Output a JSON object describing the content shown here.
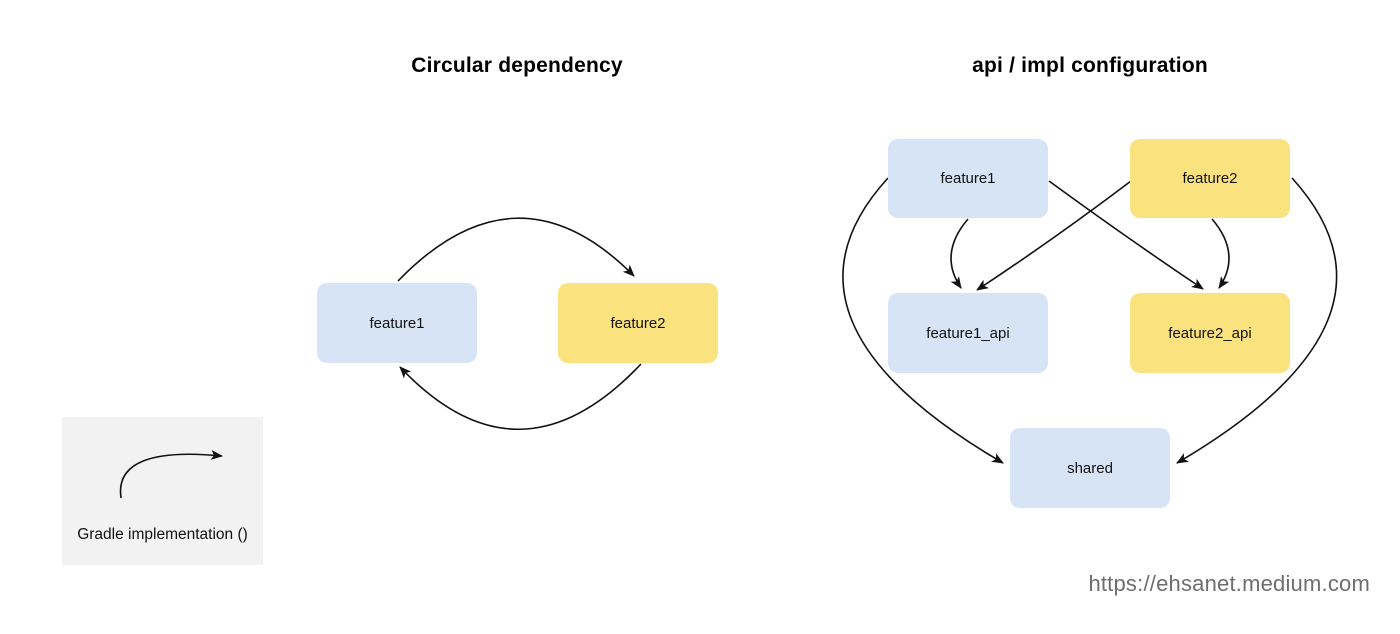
{
  "left_diagram": {
    "title": "Circular dependency",
    "nodes": {
      "feature1": {
        "label": "feature1"
      },
      "feature2": {
        "label": "feature2"
      }
    },
    "edges": [
      {
        "from": "feature1",
        "to": "feature2",
        "type": "implementation"
      },
      {
        "from": "feature2",
        "to": "feature1",
        "type": "implementation"
      }
    ]
  },
  "right_diagram": {
    "title": "api / impl configuration",
    "nodes": {
      "feature1": {
        "label": "feature1"
      },
      "feature2": {
        "label": "feature2"
      },
      "feature1_api": {
        "label": "feature1_api"
      },
      "feature2_api": {
        "label": "feature2_api"
      },
      "shared": {
        "label": "shared"
      }
    },
    "edges": [
      {
        "from": "feature1",
        "to": "feature1_api",
        "type": "implementation"
      },
      {
        "from": "feature1",
        "to": "feature2_api",
        "type": "implementation"
      },
      {
        "from": "feature2",
        "to": "feature2_api",
        "type": "implementation"
      },
      {
        "from": "feature2",
        "to": "feature1_api",
        "type": "implementation"
      },
      {
        "from": "feature1",
        "to": "shared",
        "type": "implementation"
      },
      {
        "from": "feature2",
        "to": "shared",
        "type": "implementation"
      }
    ]
  },
  "legend": {
    "icon": "curved-arrow-icon",
    "label": "Gradle implementation ()"
  },
  "watermark": "https://ehsanet.medium.com",
  "colors": {
    "blue_node": "#d7e4f6",
    "yellow_node": "#fae37e",
    "arrow": "#111111",
    "legend_background": "#f2f2f2",
    "watermark_text": "#6e6e6e",
    "title_text": "#000000"
  }
}
